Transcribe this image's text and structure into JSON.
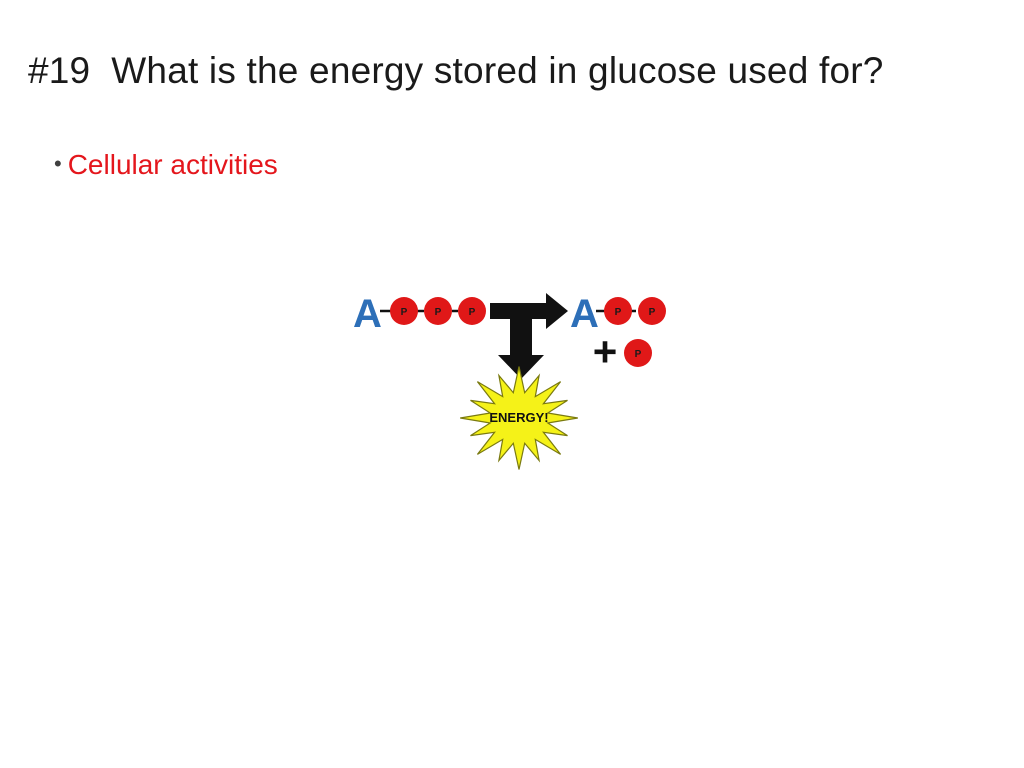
{
  "slide": {
    "title": "#19  What is the energy stored in glucose used for?",
    "bullets": [
      {
        "text": "Cellular activities",
        "color": "#e4161c"
      }
    ]
  },
  "diagram": {
    "atp": {
      "letter": "A",
      "phosphates": [
        "P",
        "P",
        "P"
      ]
    },
    "adp": {
      "letter": "A",
      "phosphates": [
        "P",
        "P"
      ]
    },
    "plus_sign": "+",
    "free_phosphate": "P",
    "energy_label": "ENERGY!",
    "colors": {
      "adenosine": "#2d6fb8",
      "phosphate": "#e01818",
      "arrow": "#111111",
      "starburst": "#f5f218"
    }
  }
}
